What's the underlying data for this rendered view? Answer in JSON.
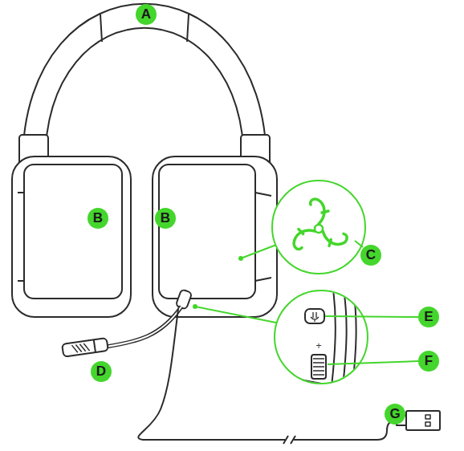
{
  "diagram": {
    "labels": [
      "A",
      "B",
      "B",
      "C",
      "D",
      "E",
      "F",
      "+",
      "G"
    ]
  }
}
